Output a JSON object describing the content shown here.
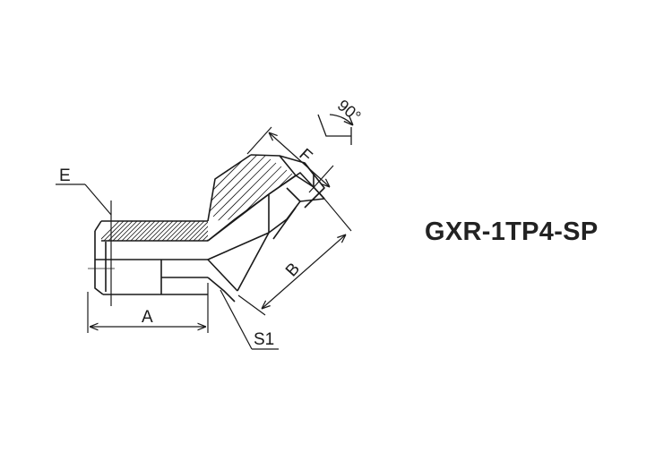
{
  "part_number": "GXR-1TP4-SP",
  "labels": {
    "E": "E",
    "A": "A",
    "B": "B",
    "S1": "S1",
    "F": "F",
    "angle": "90°"
  },
  "colors": {
    "line": "#1a1a1a",
    "text": "#222222",
    "background": "#ffffff"
  }
}
